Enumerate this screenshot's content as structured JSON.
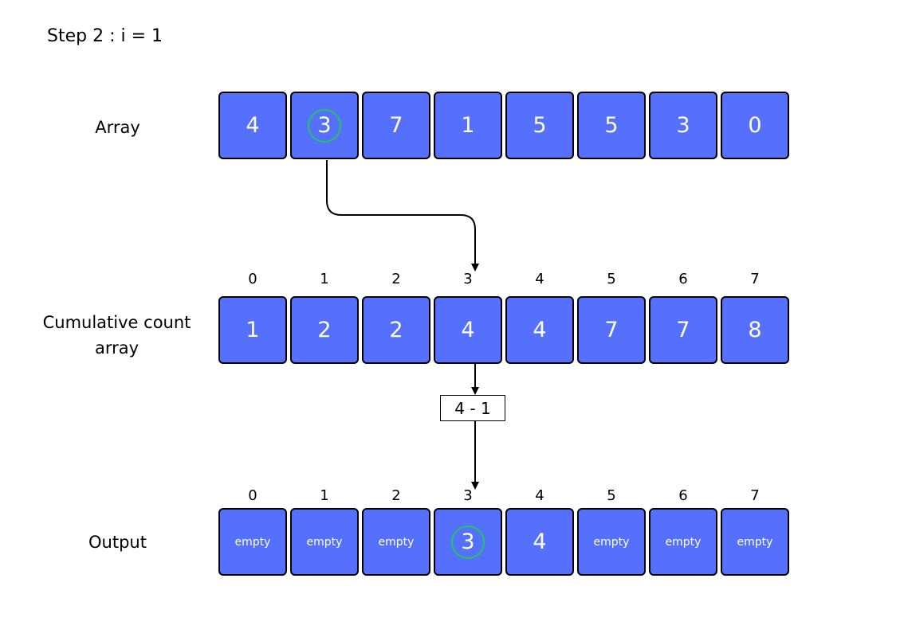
{
  "step_title": "Step 2 : i = 1",
  "labels": {
    "array": "Array",
    "cumulative_line1": "Cumulative count",
    "cumulative_line2": "array",
    "output": "Output"
  },
  "array": {
    "values": [
      "4",
      "3",
      "7",
      "1",
      "5",
      "5",
      "3",
      "0"
    ],
    "highlighted_index": 1
  },
  "cumulative": {
    "indices": [
      "0",
      "1",
      "2",
      "3",
      "4",
      "5",
      "6",
      "7"
    ],
    "values": [
      "1",
      "2",
      "2",
      "4",
      "4",
      "7",
      "7",
      "8"
    ]
  },
  "calculation": "4 - 1",
  "output": {
    "indices": [
      "0",
      "1",
      "2",
      "3",
      "4",
      "5",
      "6",
      "7"
    ],
    "values": [
      "empty",
      "empty",
      "empty",
      "3",
      "4",
      "empty",
      "empty",
      "empty"
    ],
    "highlighted_index": 3
  },
  "colors": {
    "cell_fill": "#5470fc",
    "highlight_circle": "#22c55e"
  }
}
